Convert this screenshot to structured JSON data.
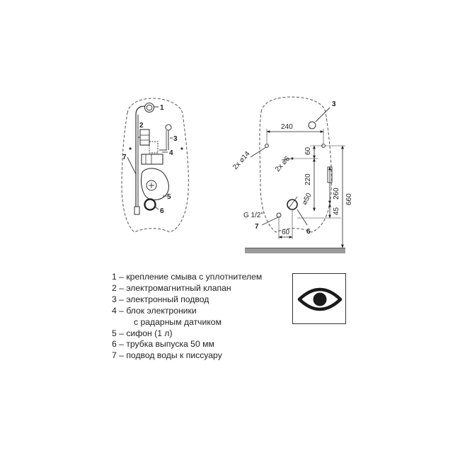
{
  "callouts": {
    "flush_mount": "1",
    "solenoid_valve": "2",
    "electronic_supply": "3",
    "electronics_unit": "4",
    "siphon": "5",
    "outlet_pipe": "6",
    "water_supply": "7",
    "right_electronic_supply": "3",
    "right_outlet_pipe": "6",
    "right_water_supply": "7"
  },
  "dimensions": {
    "width_240": "240",
    "height_60_top": "60",
    "height_220": "220",
    "height_260": "260",
    "height_660": "660",
    "height_45": "45",
    "width_60_bottom": "60",
    "hole_2x14": "2x ⌀14",
    "hole_2x6": "2x ⌀6",
    "pipe_d50": "⌀50",
    "thread_g12": "G 1/2''"
  },
  "legend": [
    "1 – крепление смыва с уплотнителем",
    "2 – электромагнитный клапан",
    "3 – электронный подвод",
    "4 – блок электроники",
    "с радарным датчиком",
    "5 – сифон (1 л)",
    "6 – трубка выпуска 50 мм",
    "7 – подвод воды к писсуару"
  ],
  "icons": {
    "sensor": "eye-icon"
  }
}
